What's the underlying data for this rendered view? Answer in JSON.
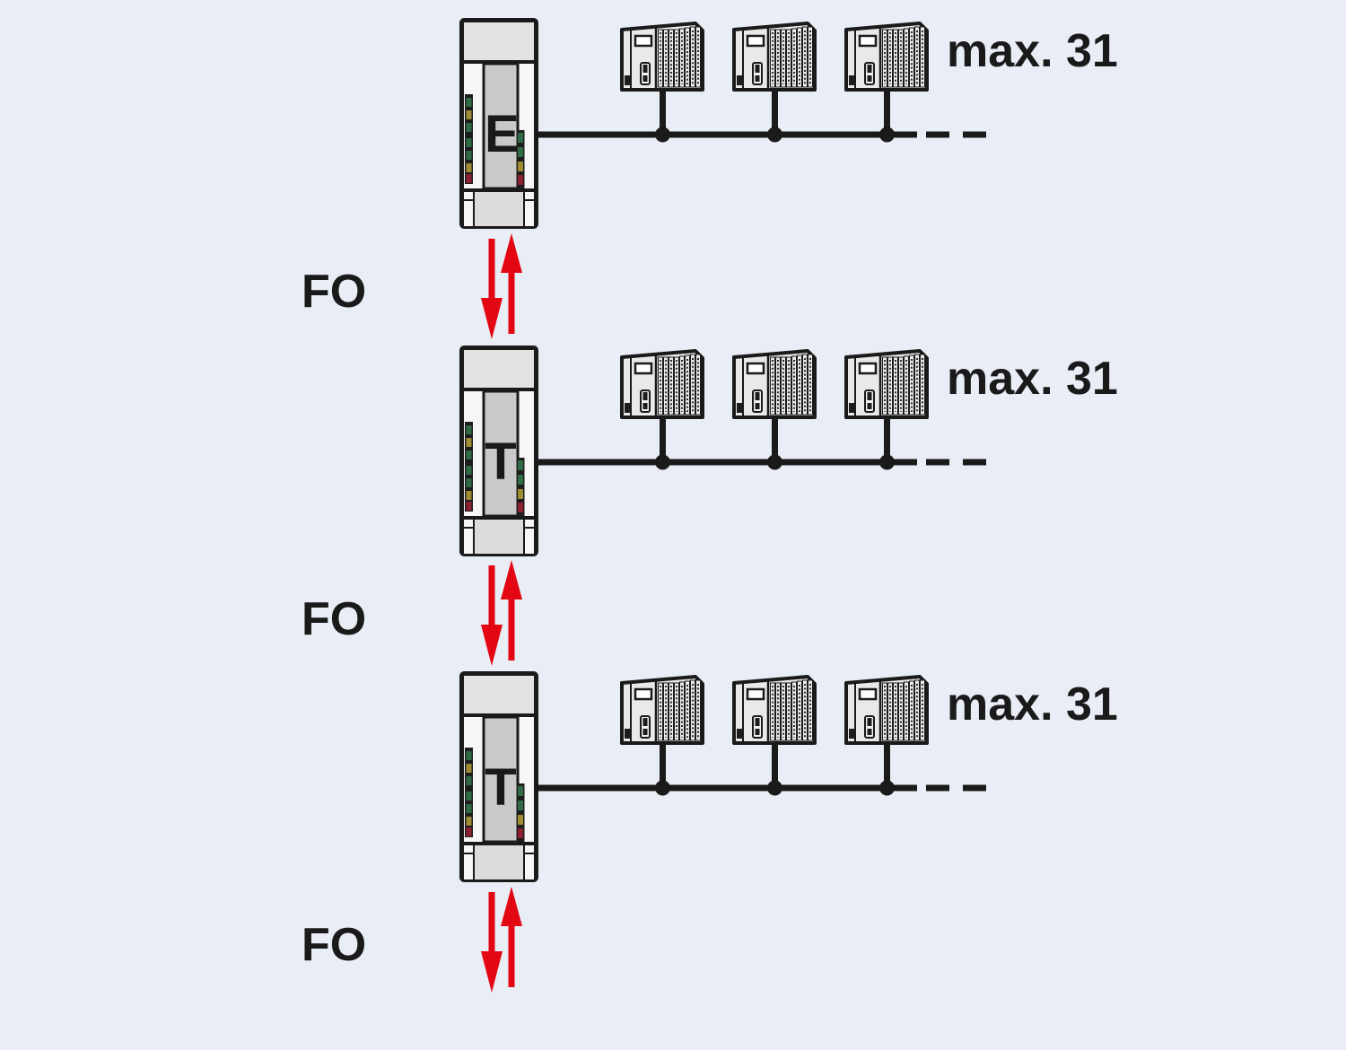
{
  "diagram_type": "fiber-optic-bus-network-topology",
  "colors": {
    "background": "#e9edf5",
    "line_black": "#1a1a1a",
    "arrow_red": "#e30613",
    "device_panel_gray": "#c9c9c9",
    "device_cap_gray": "#e3e3e3",
    "led_green": "#2f6b45",
    "led_yellow": "#a08c32",
    "led_red": "#8c2030"
  },
  "tiers": [
    {
      "device_label": "E",
      "station_limit": "max. 31",
      "fo_label": "FO",
      "plc_count_shown": 3
    },
    {
      "device_label": "T",
      "station_limit": "max. 31",
      "fo_label": "FO",
      "plc_count_shown": 3
    },
    {
      "device_label": "T",
      "station_limit": "max. 31",
      "fo_label": "FO",
      "plc_count_shown": 3
    }
  ],
  "icons": {
    "repeater": "fo-repeater-module-icon",
    "plc": "plc-station-icon",
    "arrows": "bidirectional-fo-link-arrows-icon",
    "bus": "bus-segment-line",
    "bus_continuation": "dashed-continuation-line"
  }
}
